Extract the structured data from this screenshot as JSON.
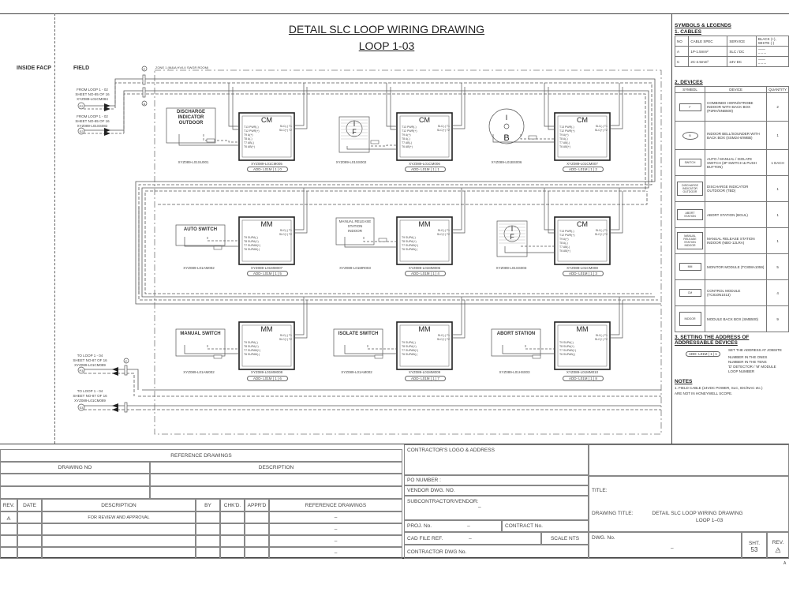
{
  "drawing": {
    "title_line1": "DETAIL SLC LOOP WIRING DRAWING",
    "title_line2": "LOOP 1-03",
    "inside_facp": "INSIDE FACP",
    "field": "FIELD",
    "zone_label": "ZONE 1 (M&IA HV/LV SWGR ROOM)",
    "incoming": [
      {
        "text": "FROM LOOP 1 - 02\nSHEET NO-85 OF 16\nXYZ089-L01CM084",
        "terminal": "P2"
      },
      {
        "text": "FROM LOOP 1 - 02\nSHEET NO-85 OF 16\nXYZ089-L01SS082",
        "terminal": "S2"
      }
    ],
    "outgoing": [
      {
        "text": "TO LOOP 1 - 04\nSHEET NO-87 OF 16\nXYZ089-L01CM089",
        "terminal": "P3"
      },
      {
        "text": "TO LOOP 1 - 04\nSHEET NO-87 OF 16\nXYZ089-L01CM089",
        "terminal": "S3"
      }
    ],
    "cable_tags": {
      "a": "A",
      "c": "C"
    },
    "resistor": "47K",
    "cm_terminals": [
      "T13 PWR(-)",
      "T12 PWR(+)",
      "T9 A(+)",
      "T8 A(-)",
      "T7 AB(-)",
      "T6 AB(+)"
    ],
    "cm_slc": [
      "SLC(-) T1",
      "SLC(+) T2"
    ],
    "mm_terminals": [
      "T9 SUPA(-)",
      "T8 SUPA(+)",
      "T7 SUPAB(+)",
      "T6 SUPAB(-)"
    ],
    "rows": [
      [
        {
          "field_label": "DISCHARGE\nINDICATOR\nOUTDOOR",
          "field_tag": "XYZ089-L01SU001",
          "field_type": "box",
          "tb": [
            "TB-",
            "TB+"
          ],
          "module": "CM",
          "module_tag": "XYZ089-L01CM005",
          "addr": [
            "ADD- L01M",
            "1",
            "0"
          ]
        },
        {
          "field_label": "F",
          "field_tag": "XYZ089-L01SS002",
          "field_type": "strobe",
          "module": "CM",
          "module_tag": "XYZ089-L01CM006",
          "addr": [
            "ADD- L01M",
            "1",
            "1"
          ]
        },
        {
          "field_label": "B",
          "field_tag": "XYZ089-L01BS006",
          "field_type": "bell",
          "module": "CM",
          "module_tag": "XYZ089-L01CM007",
          "addr": [
            "ADD- L01M",
            "1",
            "2"
          ]
        }
      ],
      [
        {
          "field_label": "AUTO SWITCH",
          "field_tag": "XYZ089-L01AM002",
          "field_type": "box",
          "tb": [
            "TB-",
            "TB+"
          ],
          "module": "MM",
          "module_tag": "XYZ089-L01MM007",
          "addr": [
            "ADD- L01M",
            "1",
            "5"
          ]
        },
        {
          "field_label": "MANUAL RELEASE\nSTATION\nINDOOR",
          "field_tag": "XYZ089-L01MR003",
          "field_type": "box",
          "tb": [
            "TB-",
            "TB+"
          ],
          "module": "MM",
          "module_tag": "XYZ089-L01MM006",
          "addr": [
            "ADD- L01M",
            "1",
            "4"
          ]
        },
        {
          "field_label": "F",
          "field_tag": "XYZ089-L01SS003",
          "field_type": "strobe",
          "module": "CM",
          "module_tag": "XYZ089-L01CM008",
          "addr": [
            "ADD- L01M",
            "1",
            "3"
          ]
        }
      ],
      [
        {
          "field_label": "MANUAL SWITCH",
          "field_tag": "XYZ089-L01AM002",
          "field_type": "box",
          "tb": [
            "TB-",
            "TB+"
          ],
          "module": "MM",
          "module_tag": "XYZ089-L01MM008",
          "addr": [
            "ADD- L01M",
            "1",
            "6"
          ]
        },
        {
          "field_label": "ISOLATE SWITCH",
          "field_tag": "XYZ089-L01AM002",
          "field_type": "box",
          "tb": [
            "TB-",
            "TB+"
          ],
          "module": "MM",
          "module_tag": "XYZ089-L01MM009",
          "addr": [
            "ADD- L01M",
            "1",
            "7"
          ]
        },
        {
          "field_label": "ABORT STATION",
          "field_tag": "XYZ089-L01HS003",
          "field_type": "box",
          "tb": [
            "TB-",
            "TB+"
          ],
          "module": "MM",
          "module_tag": "XYZ089-L01MM010",
          "addr": [
            "ADD- L01M",
            "1",
            "8"
          ]
        }
      ]
    ]
  },
  "legend": {
    "heading": "SYMBOLS & LEGENDS",
    "cables_heading": "1. CABLES",
    "cables_header": [
      "NO",
      "CABLE SPEC",
      "SERVICE",
      "BLACK (+),\nWHITE (-)"
    ],
    "cables": [
      {
        "no": "A",
        "spec": "1P-1.5mm²",
        "service": "SLC / DC"
      },
      {
        "no": "C",
        "spec": "2C-2.5mm²",
        "service": "24V DC"
      }
    ],
    "devices_heading": "2. DEVICES",
    "devices_header": [
      "SYMBOL",
      "DEVICE",
      "QUANTITY"
    ],
    "devices": [
      {
        "symbol": "F",
        "device": "COMBINED HORN/STROBE INDOOR WITH BACK BOX (P2RH/SNB500)",
        "qty": "2"
      },
      {
        "symbol": "B",
        "device": "INDOOR BELL/SOUNDER WITH BACK BOX (SSM24-6/WBB)",
        "qty": "1"
      },
      {
        "symbol": "SWITCH",
        "device": "AUTO / MANUAL / ISOLATE SWITCH (3P SWITCH & PUSH BUTTON)",
        "qty": "1 EACH"
      },
      {
        "symbol": "DISCHARGE INDICATOR OUTDOOR",
        "device": "DISCHARGE INDICATOR OUTDOOR (TBD)",
        "qty": "1"
      },
      {
        "symbol": "ABORT STATION",
        "device": "ABORT STATION (BGUL)",
        "qty": "1"
      },
      {
        "symbol": "MANUAL RELEASE STATION INDOOR",
        "device": "MANUAL RELEASE STATION INDOOR (NBG-12LRA)",
        "qty": "1"
      },
      {
        "symbol": "MM",
        "device": "MONITOR MODULE (TC808A1059)",
        "qty": "5"
      },
      {
        "symbol": "CM",
        "device": "CONTROL MODULE (TC810N1013)",
        "qty": "4"
      },
      {
        "symbol": "INDOOR",
        "device": "MODULE BACK BOX (SMB500)",
        "qty": "9"
      }
    ],
    "address_heading": "3. SETTING THE ADDRESS OF ADDRESSABLE DEVICES",
    "address_sample": [
      "ADD- L01M",
      "1",
      "1"
    ],
    "address_notes": [
      "SET THE ADDRESS AT JOBSITE",
      "NUMBER IN THE ONES",
      "NUMBER IN THE TENS",
      "'D' DETECTOR / 'M' MODULE",
      "LOOP NUMBER"
    ],
    "notes_heading": "NOTES",
    "notes": [
      "1. FIELD CABLE (24VDC POWER, SLC, IDC/NAC etc.)",
      "ARE NOT IN HONEYWELL SCOPE."
    ]
  },
  "title_block": {
    "ref_drawings_heading": "REFERENCE DRAWINGS",
    "drawing_no": "DRAWING NO",
    "description": "DESCRIPTION",
    "rev_header": [
      "REV.",
      "DATE",
      "DESCRIPTION",
      "BY",
      "CHK'D.",
      "APPR'D",
      "REFERENCE DRAWINGS"
    ],
    "rev_rows": [
      {
        "rev": "A",
        "date": "",
        "description": "FOR REVIEW AND APPROVAL",
        "by": "",
        "chkd": "",
        "apprd": "",
        "ref": "–"
      },
      {
        "rev": "",
        "date": "",
        "description": "",
        "by": "",
        "chkd": "",
        "apprd": "",
        "ref": "–"
      },
      {
        "rev": "",
        "date": "",
        "description": "",
        "by": "",
        "chkd": "",
        "apprd": "",
        "ref": "–"
      },
      {
        "rev": "",
        "date": "",
        "description": "",
        "by": "",
        "chkd": "",
        "apprd": "",
        "ref": "–"
      }
    ],
    "contractor_logo": "CONTRACTOR'S LOGO & ADDRESS",
    "po_number": "PO NUMBER :",
    "vendor_dwg": "VENDOR DWG. NO.",
    "subcontractor": "SUBCONTRACTOR/VENDOR:",
    "subcontractor_value": "–",
    "proj_no": "PROJ. No.",
    "proj_no_value": "–",
    "contract_no": "CONTRACT No.",
    "cad_file": "CAD FILE REF.",
    "cad_file_value": "–",
    "scale": "SCALE NTS",
    "contractor_dwg": "CONTRACTOR DWG No.",
    "title_label": "TITLE:",
    "drawing_title_label": "DRAWING TITLE:",
    "drawing_title_1": "DETAIL SLC LOOP WIRING DRAWING",
    "drawing_title_2": "LOOP 1–03",
    "dwg_no_label": "DWG. No.",
    "dwg_no_value": "–",
    "sht_label": "SHT.",
    "sht_value": "53",
    "rev_label": "REV.",
    "rev_value": "A",
    "corner_mark": "A"
  }
}
